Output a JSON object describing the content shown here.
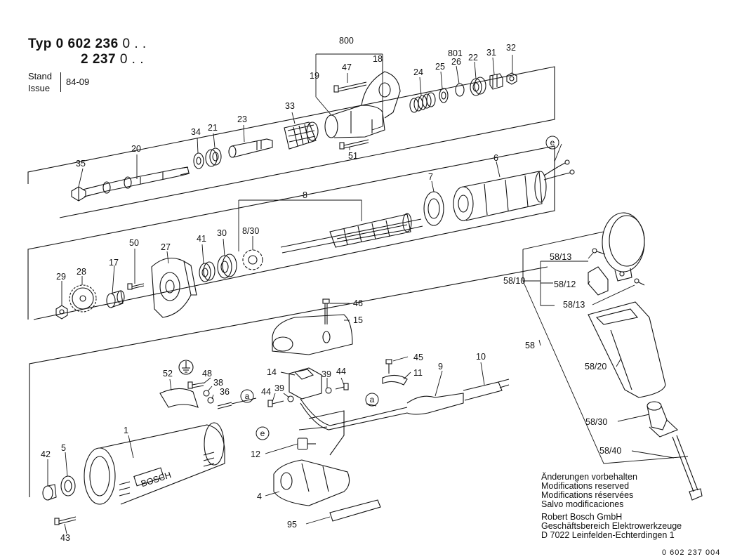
{
  "header": {
    "typ_label": "Typ",
    "typ_line1_a": "0 602 236",
    "typ_line1_b": "0 . .",
    "typ_line2_a": "2 237",
    "typ_line2_b": "0 . .",
    "stand_label": "Stand",
    "issue_label": "Issue",
    "issue_value": "84-09"
  },
  "notes": {
    "de": "Änderungen vorbehalten",
    "en": "Modifications reserved",
    "fr": "Modifications réservées",
    "es": "Salvo modificaciones",
    "company": "Robert Bosch GmbH",
    "division": "Geschäftsbereich Elektrowerkzeuge",
    "address": "D 7022 Leinfelden-Echterdingen 1"
  },
  "doc_number": "0 602 237 004",
  "brand_on_housing": "BOSCH",
  "part_labels": {
    "p800": "800",
    "p18": "18",
    "p19": "19",
    "p47": "47",
    "p24": "24",
    "p25": "25",
    "p801": "801",
    "p26": "26",
    "p22": "22",
    "p31": "31",
    "p32": "32",
    "p33": "33",
    "p23": "23",
    "p21": "21",
    "p34": "34",
    "p20": "20",
    "p35": "35",
    "p51": "51",
    "p6": "6",
    "p7": "7",
    "p8": "8",
    "p830": "8/30",
    "p30": "30",
    "p41": "41",
    "p27": "27",
    "p50": "50",
    "p17": "17",
    "p28": "28",
    "p29": "29",
    "p46": "46",
    "p15": "15",
    "p14": "14",
    "p39a": "39",
    "p44a": "44",
    "p45": "45",
    "p11": "11",
    "p9": "9",
    "p10": "10",
    "p44b": "44",
    "p39b": "39",
    "p12": "12",
    "p4": "4",
    "p95": "95",
    "p52": "52",
    "p48": "48",
    "p38": "38",
    "p36": "36",
    "p1": "1",
    "p42": "42",
    "p5": "5",
    "p43": "43",
    "p58_13a": "58/13",
    "p58_10": "58/10",
    "p58_12": "58/12",
    "p58_13b": "58/13",
    "p58": "58",
    "p58_20": "58/20",
    "p58_30": "58/30",
    "p58_40": "58/40"
  },
  "callouts": {
    "e": "e",
    "a": "a"
  }
}
